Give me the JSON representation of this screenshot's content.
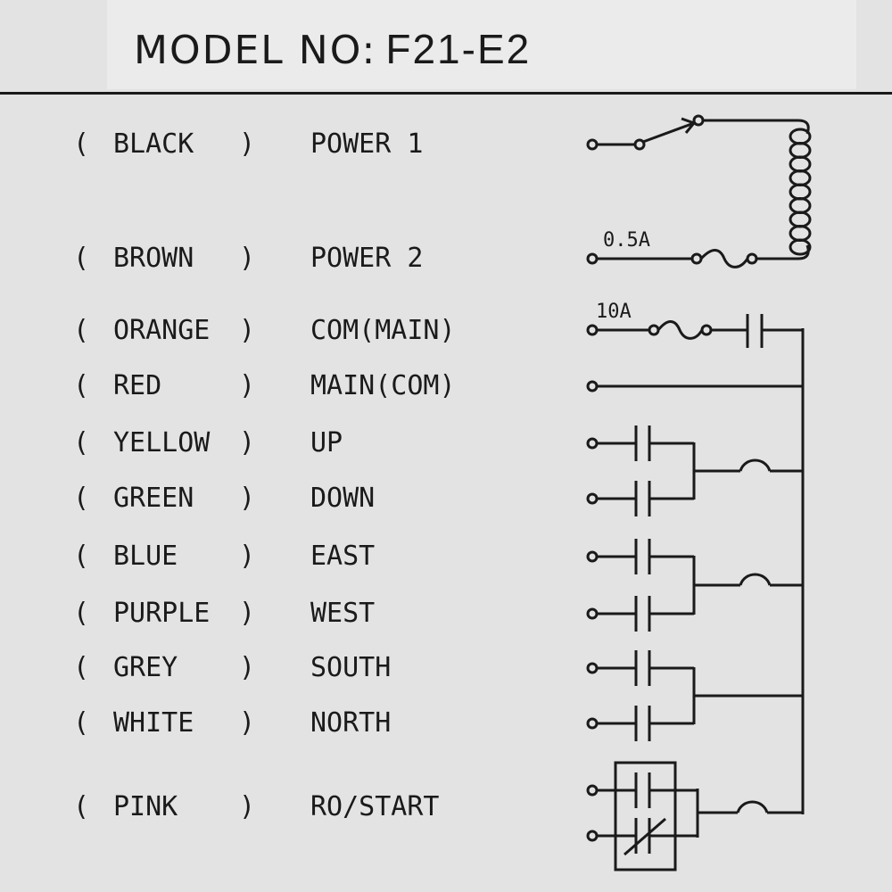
{
  "header": {
    "model_label": "MODEL NO:",
    "model_number": "F21-E2"
  },
  "paren_open": "(",
  "paren_close": ")",
  "wires": [
    {
      "color": "BLACK",
      "function": "POWER 1"
    },
    {
      "color": "BROWN",
      "function": "POWER 2"
    },
    {
      "color": "ORANGE",
      "function": "COM(MAIN)"
    },
    {
      "color": "RED",
      "function": "MAIN(COM)"
    },
    {
      "color": "YELLOW",
      "function": "UP"
    },
    {
      "color": "GREEN",
      "function": "DOWN"
    },
    {
      "color": "BLUE",
      "function": "EAST"
    },
    {
      "color": "PURPLE",
      "function": "WEST"
    },
    {
      "color": "GREY",
      "function": "SOUTH"
    },
    {
      "color": "WHITE",
      "function": "NORTH"
    },
    {
      "color": "PINK",
      "function": "RO/START"
    }
  ],
  "schematic": {
    "fuse_small_label": "0.5A",
    "fuse_main_label": "10A"
  }
}
